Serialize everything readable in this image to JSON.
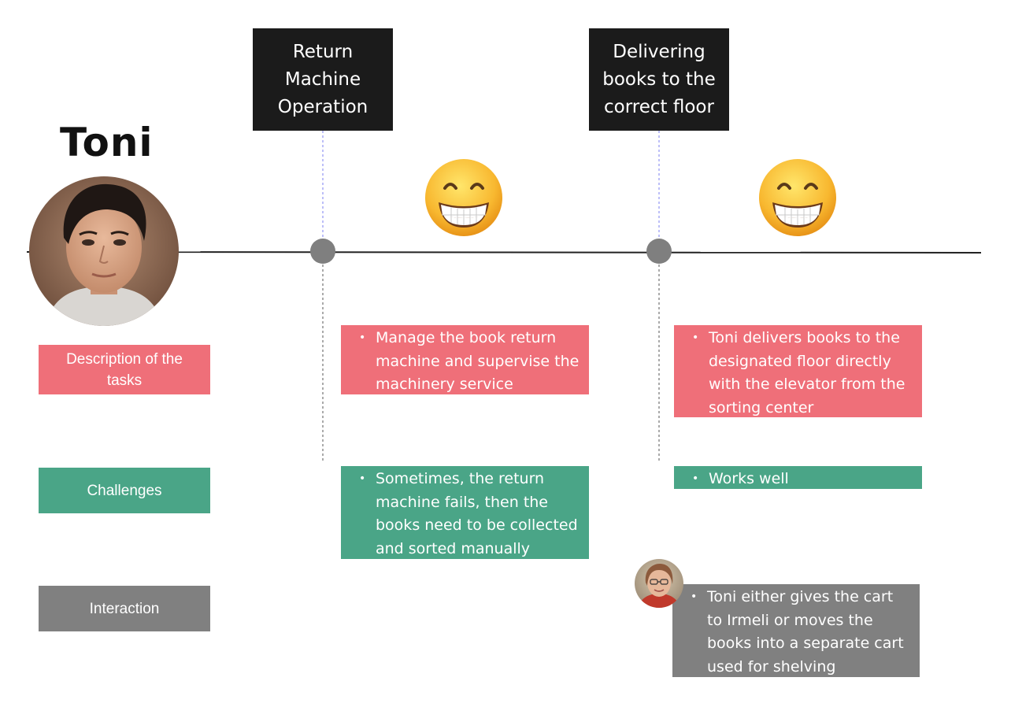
{
  "persona": {
    "name": "Toni"
  },
  "stages": [
    {
      "title": "Return Machine Operation",
      "emotion": "grinning-face-with-smiling-eyes"
    },
    {
      "title": "Delivering books to the correct floor",
      "emotion": "grinning-face-with-smiling-eyes"
    }
  ],
  "rows": {
    "description": "Description of the tasks",
    "challenges": "Challenges",
    "interaction": "Interaction"
  },
  "cells": {
    "description_1": "Manage the book return machine and supervise the machinery service",
    "description_2": "Toni delivers books to the designated floor directly with the elevator from the sorting center",
    "challenges_1": "Sometimes, the return machine fails, then the books need to be collected and sorted manually",
    "challenges_2": "Works well",
    "interaction_2": "Toni either gives the cart to Irmeli or moves the books into a separate cart used for shelving"
  },
  "bullet": "•",
  "colors": {
    "description": "#ef6f79",
    "challenges": "#4aa587",
    "interaction": "#808080",
    "stage_box": "#1b1b1b",
    "timeline_node": "#7f7f7f"
  }
}
